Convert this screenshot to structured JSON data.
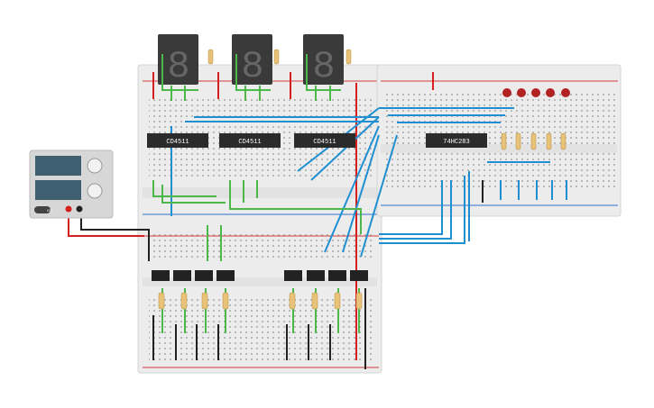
{
  "canvas": {
    "background": "#ffffff"
  },
  "chips": [
    {
      "id": "u1",
      "label": "CD4511"
    },
    {
      "id": "u2",
      "label": "CD4511"
    },
    {
      "id": "u3",
      "label": "CD4511"
    },
    {
      "id": "u4",
      "label": "74HC283"
    }
  ],
  "displays": [
    {
      "id": "seg1",
      "digit": "8"
    },
    {
      "id": "seg2",
      "digit": "8"
    },
    {
      "id": "seg3",
      "digit": "8"
    }
  ],
  "power_supply": {
    "button_label": "ON"
  },
  "leds": {
    "count": 5,
    "color": "#b22222"
  },
  "colors": {
    "breadboard": "#ececec",
    "rail_red": "#d23b3b",
    "rail_blue": "#2f6fd0",
    "wire_blue": "#1f8fd1",
    "wire_green": "#4cb84c",
    "wire_black": "#222222",
    "wire_red": "#d61f1f",
    "chip": "#2b2b2b"
  }
}
